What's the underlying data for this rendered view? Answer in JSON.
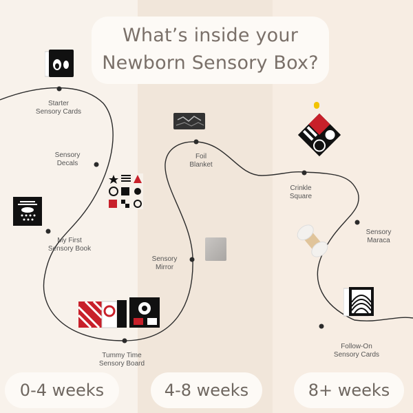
{
  "title": {
    "line1": "What’s inside your",
    "line2": "Newborn Sensory Box?"
  },
  "stages": [
    {
      "label": "0-4 weeks"
    },
    {
      "label": "4-8 weeks"
    },
    {
      "label": "8+ weeks"
    }
  ],
  "items": [
    {
      "line1": "Starter",
      "line2": "Sensory Cards"
    },
    {
      "line1": "Sensory",
      "line2": "Decals"
    },
    {
      "line1": "My First",
      "line2": "Sensory Book"
    },
    {
      "line1": "Tummy Time",
      "line2": "Sensory Board"
    },
    {
      "line1": "Sensory",
      "line2": "Mirror"
    },
    {
      "line1": "Foil",
      "line2": "Blanket"
    },
    {
      "line1": "Crinkle",
      "line2": "Square"
    },
    {
      "line1": "Sensory",
      "line2": "Maraca"
    },
    {
      "line1": "Follow-On",
      "line2": "Sensory Cards"
    }
  ],
  "colors": {
    "path": "#2b2b2b",
    "accent_red": "#c8202a"
  }
}
